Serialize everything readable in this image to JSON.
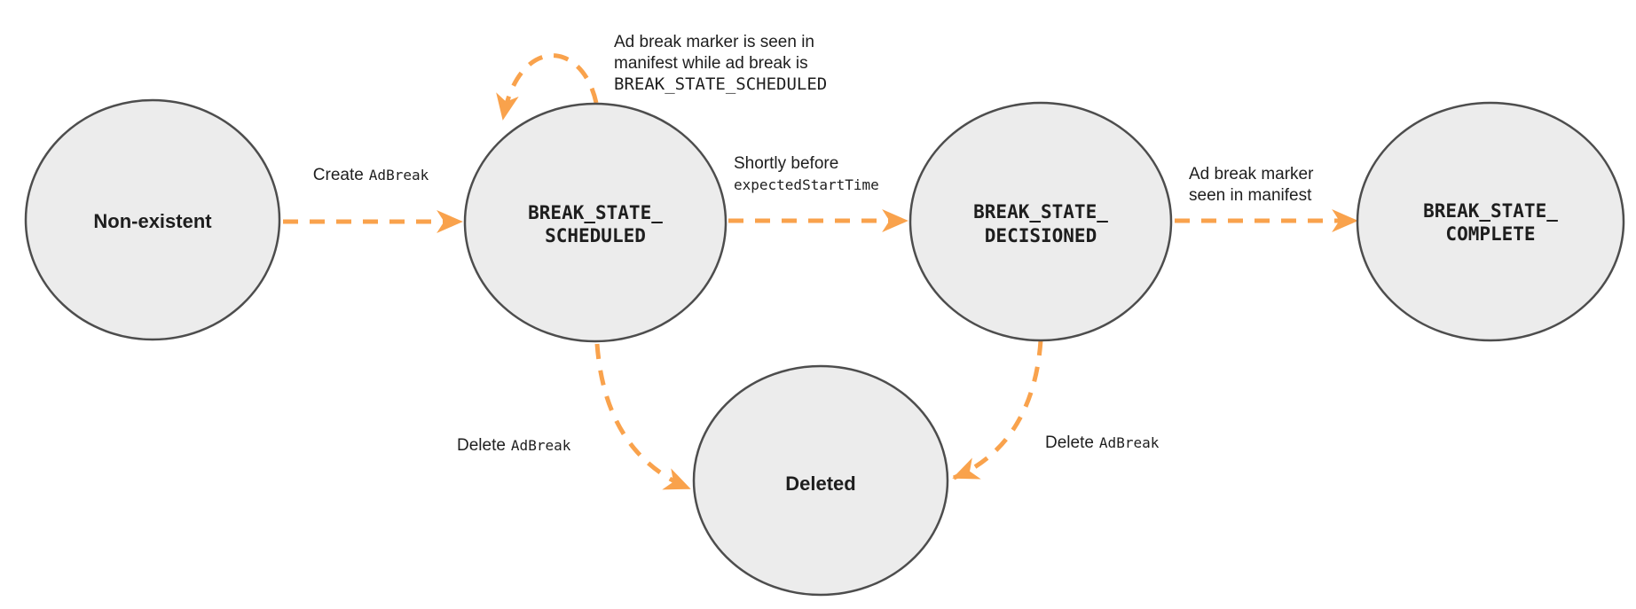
{
  "colors": {
    "arrow": "#F9A24C",
    "node_fill": "#ECECEC",
    "node_stroke": "#4D4D4D",
    "text": "#1E1E1E"
  },
  "states": [
    {
      "key": "non-existent",
      "label": "Non-existent"
    },
    {
      "key": "break-state-scheduled",
      "line1": "BREAK_STATE_",
      "line2": "SCHEDULED"
    },
    {
      "key": "break-state-decisioned",
      "line1": "BREAK_STATE_",
      "line2": "DECISIONED"
    },
    {
      "key": "break-state-complete",
      "line1": "BREAK_STATE_",
      "line2": "COMPLETE"
    },
    {
      "key": "deleted",
      "label": "Deleted"
    }
  ],
  "transitions": {
    "create_adbreak": {
      "from": "non-existent",
      "to": "break-state-scheduled",
      "label_plain": "Create",
      "label_code": "AdBreak"
    },
    "self_loop_scheduled": {
      "from": "break-state-scheduled",
      "to": "break-state-scheduled",
      "line1": "Ad break marker is seen in",
      "line2": "manifest while ad break is",
      "line3_code": "BREAK_STATE_SCHEDULED"
    },
    "to_decisioned": {
      "from": "break-state-scheduled",
      "to": "break-state-decisioned",
      "line1": "Shortly before",
      "line2_code": "expectedStartTime"
    },
    "to_complete": {
      "from": "break-state-decisioned",
      "to": "break-state-complete",
      "line1": "Ad break marker",
      "line2": "seen in manifest"
    },
    "delete_from_scheduled": {
      "from": "break-state-scheduled",
      "to": "deleted",
      "label_plain": "Delete",
      "label_code": "AdBreak"
    },
    "delete_from_decisioned": {
      "from": "break-state-decisioned",
      "to": "deleted",
      "label_plain": "Delete",
      "label_code": "AdBreak"
    }
  }
}
